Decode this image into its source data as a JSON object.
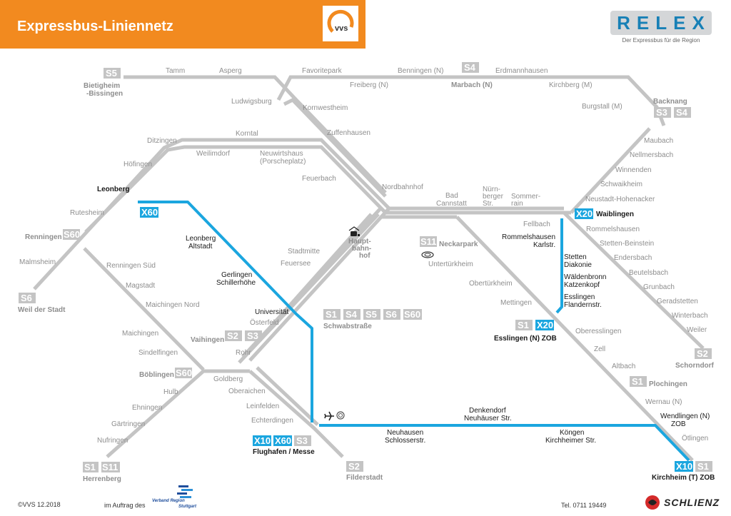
{
  "header": {
    "title": "Expressbus-Liniennetz",
    "vvs_logo_text": "vvs",
    "relex_logo_text": "RELEX",
    "relex_tagline": "Der Expressbus für die Region"
  },
  "colors": {
    "header_orange": "#f28a1f",
    "express_blue": "#1ba6df",
    "sbahn_gray": "#c4c4c4",
    "label_gray": "#8e8e8e",
    "label_dark": "#1a1a1a"
  },
  "express_lines": [
    {
      "id": "X60",
      "from": "Leonberg",
      "to": "Flughafen / Messe",
      "stops": [
        "Leonberg",
        "Leonberg Altstadt",
        "Gerlingen Schillerhöhe",
        "Universität",
        "Flughafen / Messe"
      ]
    },
    {
      "id": "X10",
      "from": "Flughafen / Messe",
      "to": "Kirchheim (T) ZOB",
      "stops": [
        "Flughafen / Messe",
        "Neuhausen Schlosserstr.",
        "Denkendorf Neuhäuser Str.",
        "Köngen Kirchheimer Str.",
        "Wendlingen (N) ZOB",
        "Kirchheim (T) ZOB"
      ]
    },
    {
      "id": "X20",
      "from": "Waiblingen",
      "to": "Esslingen (N) ZOB",
      "stops": [
        "Waiblingen",
        "Rommelshausen Karlstr.",
        "Stetten Diakonie",
        "Wäldenbronn Katzenkopf",
        "Esslingen Flandernstr.",
        "Esslingen (N) ZOB"
      ]
    }
  ],
  "labels": {
    "s5_badge": "S5",
    "bietigheim": "Bietigheim",
    "bissingen": "-Bissingen",
    "tamm": "Tamm",
    "asperg": "Asperg",
    "ludwigsburg": "Ludwigsburg",
    "favoritepark": "Favoritepark",
    "freiberg": "Freiberg (N)",
    "benningen": "Benningen (N)",
    "s4_badge_top": "S4",
    "marbach": "Marbach (N)",
    "erdmannhausen": "Erdmannhausen",
    "kirchberg": "Kirchberg (M)",
    "burgstall": "Burgstall (M)",
    "backnang": "Backnang",
    "s3_backnang": "S3",
    "s4_backnang": "S4",
    "kornwestheim": "Kornwestheim",
    "zuffenhausen": "Zuffenhausen",
    "korntal": "Korntal",
    "ditzingen": "Ditzingen",
    "weilimdorf": "Weilimdorf",
    "neuwirtshaus1": "Neuwirtshaus",
    "neuwirtshaus2": "(Porscheplatz)",
    "hoefingen": "Höfingen",
    "feuerbach": "Feuerbach",
    "leonberg": "Leonberg",
    "nordbahnhof": "Nordbahnhof",
    "bad": "Bad",
    "cannstatt": "Cannstatt",
    "nuern1": "Nürn-",
    "nuern2": "berger",
    "nuern3": "Str.",
    "sommer1": "Sommer-",
    "sommer2": "rain",
    "maubach": "Maubach",
    "nellmersbach": "Nellmersbach",
    "winnenden": "Winnenden",
    "schwaikheim": "Schwaikheim",
    "neustadt": "Neustadt-Hohenacker",
    "x20_waiblingen_badge": "X20",
    "waiblingen": "Waiblingen",
    "fellbach": "Fellbach",
    "rommelshausen": "Rommelshausen",
    "stetten_beinstein": "Stetten-Beinstein",
    "endersbach": "Endersbach",
    "beutelsbach": "Beutelsbach",
    "grunbach": "Grunbach",
    "geradstetten": "Geradstetten",
    "winterbach": "Winterbach",
    "weiler": "Weiler",
    "s2_schorndorf": "S2",
    "schorndorf": "Schorndorf",
    "rutesheim": "Rutesheim",
    "x60_badge": "X60",
    "renningen": "Renningen",
    "s60_renningen": "S60",
    "malmsheim": "Malmsheim",
    "s6_badge": "S6",
    "weil_der_stadt": "Weil der Stadt",
    "renningen_sued": "Renningen Süd",
    "magstadt": "Magstadt",
    "maichingen_nord": "Maichingen Nord",
    "maichingen": "Maichingen",
    "sindelfingen": "Sindelfingen",
    "boeblingen": "Böblingen",
    "s60_boeblingen": "S60",
    "hulb": "Hulb",
    "ehningen": "Ehningen",
    "gaertringen": "Gärtringen",
    "nufringen": "Nufringen",
    "s1_herrenberg": "S1",
    "s11_herrenberg": "S11",
    "herrenberg": "Herrenberg",
    "leonberg_altstadt1": "Leonberg",
    "leonberg_altstadt2": "Altstadt",
    "gerlingen1": "Gerlingen",
    "gerlingen2": "Schillerhöhe",
    "stadtmitte": "Stadtmitte",
    "feuersee": "Feuersee",
    "haupt1": "Haupt-",
    "haupt2": "bahn-",
    "haupt3": "hof",
    "s11_neckarpark": "S11",
    "neckarpark": "Neckarpark",
    "untertuerkheim": "Untertürkheim",
    "obertuerkheim": "Obertürkheim",
    "mettingen": "Mettingen",
    "rommelshausen_k1": "Rommelshausen",
    "rommelshausen_k2": "Karlstr.",
    "stetten1": "Stetten",
    "stetten2": "Diakonie",
    "waeldenbronn1": "Wäldenbronn",
    "waeldenbronn2": "Katzenkopf",
    "esslingen_fl1": "Esslingen",
    "esslingen_fl2": "Flandernstr.",
    "universitaet": "Universität",
    "oesterfeld": "Österfeld",
    "schwab_s1": "S1",
    "schwab_s4": "S4",
    "schwab_s5": "S5",
    "schwab_s6": "S6",
    "schwab_s60": "S60",
    "schwabstrasse": "Schwabstraße",
    "vaihingen": "Vaihingen",
    "s2_vaihingen": "S2",
    "s3_vaihingen": "S3",
    "rohr": "Rohr",
    "goldberg": "Goldberg",
    "oberaichen": "Oberaichen",
    "leinfelden": "Leinfelden",
    "echterdingen": "Echterdingen",
    "x10_flughafen": "X10",
    "x60_flughafen": "X60",
    "s3_flughafen": "S3",
    "flughafen": "Flughafen / Messe",
    "s2_filderstadt": "S2",
    "filderstadt": "Filderstadt",
    "esslingen_s1": "S1",
    "esslingen_x20": "X20",
    "esslingen_zob": "Esslingen (N) ZOB",
    "oberesslingen": "Oberesslingen",
    "zell": "Zell",
    "altbach": "Altbach",
    "s1_plochingen": "S1",
    "plochingen": "Plochingen",
    "wernau": "Wernau (N)",
    "wendlingen1": "Wendlingen (N)",
    "wendlingen2": "ZOB",
    "oetlingen": "Ötlingen",
    "denkendorf1": "Denkendorf",
    "denkendorf2": "Neuhäuser Str.",
    "neuhausen1": "Neuhausen",
    "neuhausen2": "Schlosserstr.",
    "koengen1": "Köngen",
    "koengen2": "Kirchheimer Str.",
    "kirchheim_x10": "X10",
    "kirchheim_s1": "S1",
    "kirchheim": "Kirchheim (T) ZOB"
  },
  "footer": {
    "copyright": "©VVS 12.2018",
    "im_auftrag": "im Auftrag des",
    "vrs_line1": "Verband Region",
    "vrs_line2": "Stuttgart",
    "telephone": "Tel. 0711 19449",
    "operator": "SCHLIENZ"
  }
}
